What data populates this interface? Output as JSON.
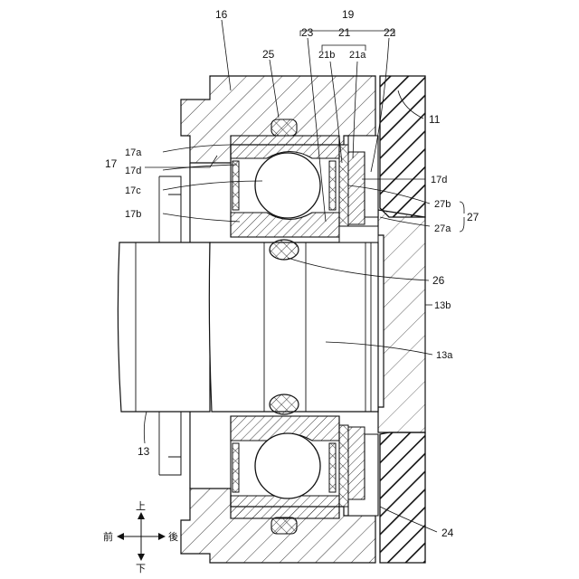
{
  "labels": {
    "l16": "16",
    "l19": "19",
    "l23": "23",
    "l21": "21",
    "l22": "22",
    "l21b": "21b",
    "l21a": "21a",
    "l25": "25",
    "l11": "11",
    "l17a": "17a",
    "l17": "17",
    "l17d_left": "17d",
    "l17c": "17c",
    "l17b": "17b",
    "l17d_right": "17d",
    "l27b": "27b",
    "l27a": "27a",
    "l27": "27",
    "l26": "26",
    "l13b": "13b",
    "l13a": "13a",
    "l13": "13",
    "l24": "24"
  },
  "directions": {
    "up": "上",
    "down": "下",
    "front": "前",
    "back": "後"
  }
}
